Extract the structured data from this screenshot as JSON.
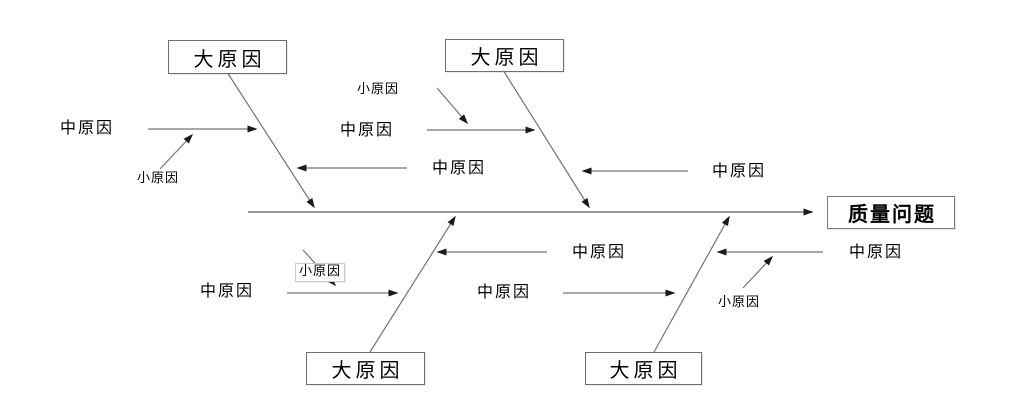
{
  "diagram": {
    "type": "fishbone-cause-effect",
    "effect": {
      "label": "质量问题"
    },
    "labels": {
      "major_cause": "大原因",
      "medium_cause": "中原因",
      "minor_cause": "小原因"
    },
    "branches": [
      {
        "id": "top-left",
        "major": "大原因",
        "medium_causes": [
          {
            "label": "中原因",
            "minor_causes": [
              "小原因"
            ]
          },
          {
            "label": "中原因",
            "minor_causes": []
          }
        ]
      },
      {
        "id": "top-right",
        "major": "大原因",
        "medium_causes": [
          {
            "label": "中原因",
            "minor_causes": [
              "小原因"
            ]
          },
          {
            "label": "中原因",
            "minor_causes": []
          }
        ]
      },
      {
        "id": "bottom-left",
        "major": "大原因",
        "medium_causes": [
          {
            "label": "中原因",
            "minor_causes": [
              "小原因"
            ]
          },
          {
            "label": "中原因",
            "minor_causes": []
          }
        ]
      },
      {
        "id": "bottom-right",
        "major": "大原因",
        "medium_causes": [
          {
            "label": "中原因",
            "minor_causes": []
          },
          {
            "label": "中原因",
            "minor_causes": [
              "小原因"
            ]
          }
        ]
      }
    ],
    "colors": {
      "background": "#ffffff",
      "line": "#737373",
      "spine": "#9a9a9a",
      "arrowhead": "#1a1a1a",
      "box_border": "#6e6e6e",
      "effect_box_border": "#7a7a7a",
      "minor_box_border": "#c9c9c9",
      "text": "#000000"
    }
  }
}
